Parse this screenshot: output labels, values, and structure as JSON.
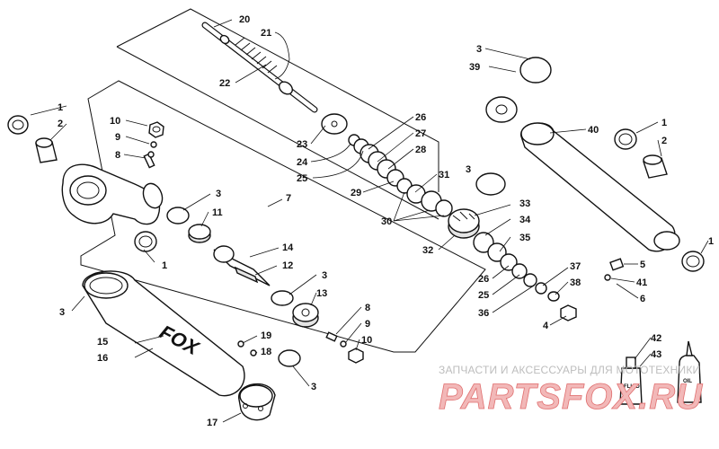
{
  "callouts": [
    {
      "id": "c1",
      "text": "1"
    },
    {
      "id": "c2",
      "text": "2"
    },
    {
      "id": "c3",
      "text": "3"
    },
    {
      "id": "c4",
      "text": "1"
    },
    {
      "id": "c5",
      "text": "10"
    },
    {
      "id": "c6",
      "text": "9"
    },
    {
      "id": "c7",
      "text": "8"
    },
    {
      "id": "c8",
      "text": "3"
    },
    {
      "id": "c9",
      "text": "11"
    },
    {
      "id": "c10",
      "text": "7"
    },
    {
      "id": "c11",
      "text": "14"
    },
    {
      "id": "c12",
      "text": "12"
    },
    {
      "id": "c13",
      "text": "3"
    },
    {
      "id": "c14",
      "text": "13"
    },
    {
      "id": "c15",
      "text": "8"
    },
    {
      "id": "c16",
      "text": "9"
    },
    {
      "id": "c17",
      "text": "10"
    },
    {
      "id": "c18",
      "text": "15"
    },
    {
      "id": "c19",
      "text": "16"
    },
    {
      "id": "c20",
      "text": "19"
    },
    {
      "id": "c21",
      "text": "18"
    },
    {
      "id": "c22",
      "text": "3"
    },
    {
      "id": "c23",
      "text": "17"
    },
    {
      "id": "c24",
      "text": "20"
    },
    {
      "id": "c25",
      "text": "21"
    },
    {
      "id": "c26",
      "text": "22"
    },
    {
      "id": "c27",
      "text": "23"
    },
    {
      "id": "c28",
      "text": "24"
    },
    {
      "id": "c29",
      "text": "25"
    },
    {
      "id": "c30",
      "text": "26"
    },
    {
      "id": "c31",
      "text": "27"
    },
    {
      "id": "c32",
      "text": "28"
    },
    {
      "id": "c33",
      "text": "29"
    },
    {
      "id": "c34",
      "text": "31"
    },
    {
      "id": "c35",
      "text": "30"
    },
    {
      "id": "c36",
      "text": "3"
    },
    {
      "id": "c37",
      "text": "33"
    },
    {
      "id": "c38",
      "text": "34"
    },
    {
      "id": "c39",
      "text": "35"
    },
    {
      "id": "c40",
      "text": "32"
    },
    {
      "id": "c41",
      "text": "26"
    },
    {
      "id": "c42",
      "text": "25"
    },
    {
      "id": "c43",
      "text": "36"
    },
    {
      "id": "c44",
      "text": "37"
    },
    {
      "id": "c45",
      "text": "38"
    },
    {
      "id": "c46",
      "text": "4"
    },
    {
      "id": "c47",
      "text": "3"
    },
    {
      "id": "c48",
      "text": "39"
    },
    {
      "id": "c49",
      "text": "40"
    },
    {
      "id": "c50",
      "text": "1"
    },
    {
      "id": "c51",
      "text": "2"
    },
    {
      "id": "c52",
      "text": "1"
    },
    {
      "id": "c53",
      "text": "5"
    },
    {
      "id": "c54",
      "text": "41"
    },
    {
      "id": "c55",
      "text": "6"
    },
    {
      "id": "c56",
      "text": "42"
    },
    {
      "id": "c57",
      "text": "43"
    }
  ],
  "logo_text": "FOX",
  "bottle_labels": {
    "fluid": "FLUID",
    "oil": "OIL"
  },
  "watermark": {
    "subtitle": "ЗАПЧАСТИ И АКСЕССУАРЫ ДЛЯ МОТОТЕХНИКИ",
    "brand": "PARTSFOX.RU"
  }
}
